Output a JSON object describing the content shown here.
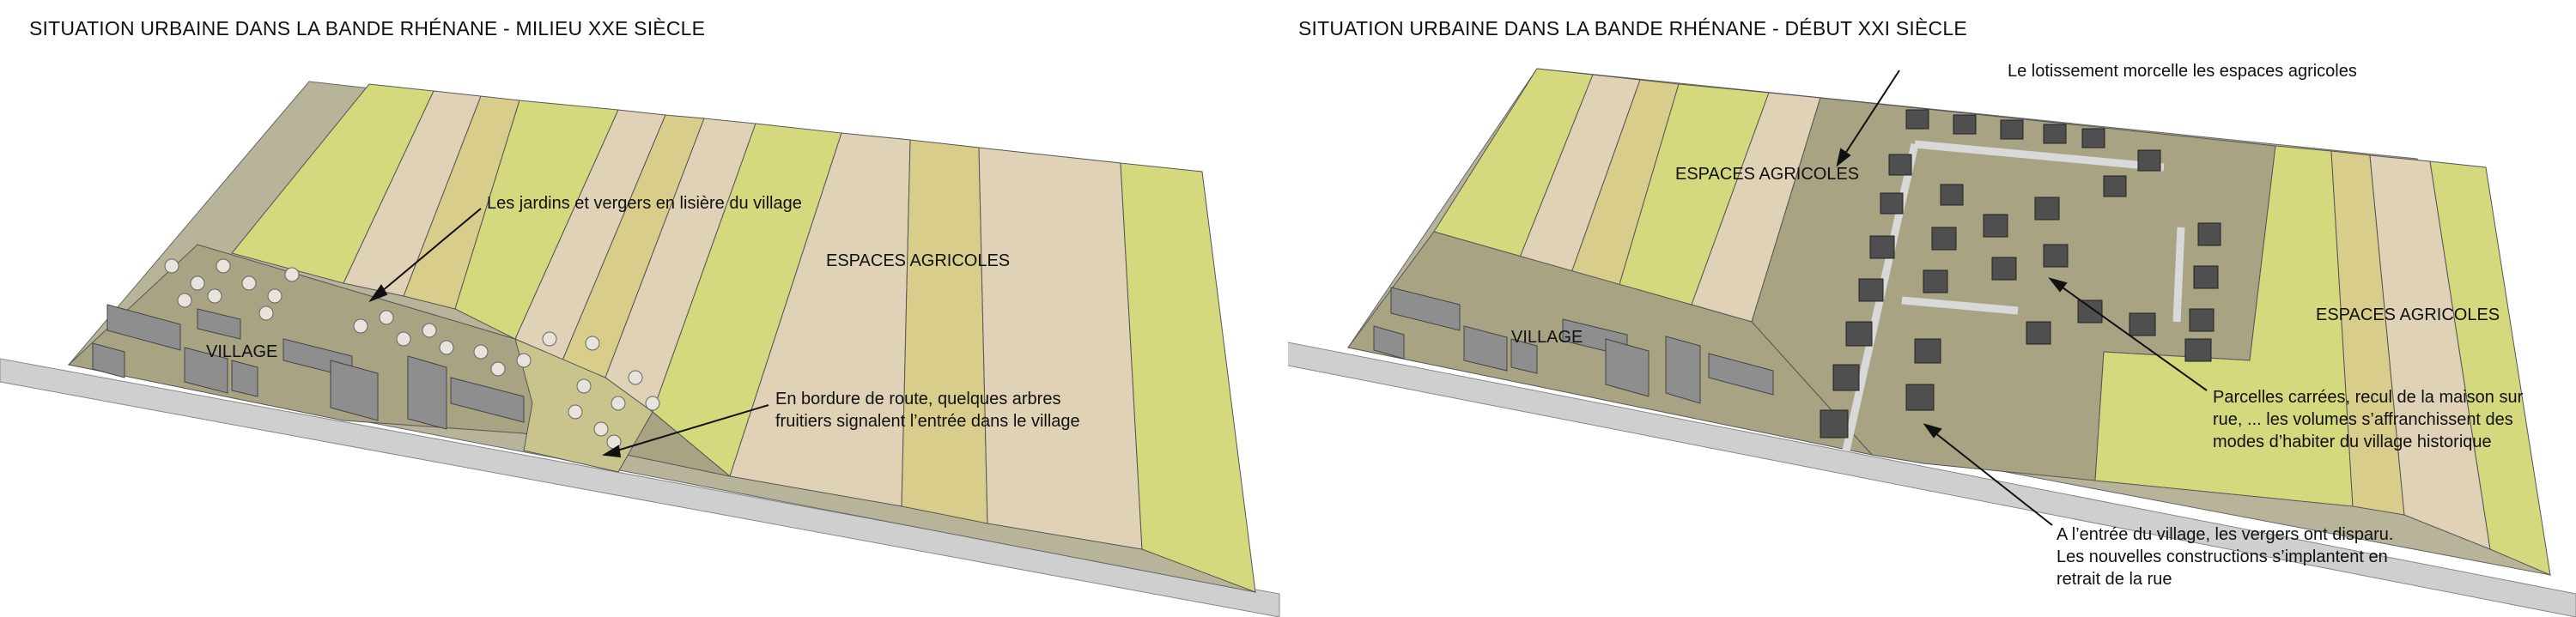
{
  "left_panel": {
    "title": "SITUATION URBAINE DANS LA BANDE RHÉNANE - MILIEU XXE SIÈCLE",
    "label_village": "VILLAGE",
    "label_agricole": "ESPACES AGRICOLES",
    "annotation_jardins": "Les jardins et vergers en lisière du village",
    "annotation_route_line1": "En bordure de route, quelques arbres",
    "annotation_route_line2": "fruitiers signalent l’entrée dans le village"
  },
  "right_panel": {
    "title": "SITUATION URBAINE DANS LA BANDE RHÉNANE - DÉBUT XXI SIÈCLE",
    "label_village": "VILLAGE",
    "label_agricole_left": "ESPACES AGRICOLES",
    "label_agricole_right": "ESPACES AGRICOLES",
    "annotation_lotissement": "Le lotissement morcelle les espaces agricoles",
    "annotation_parcelles_line1": "Parcelles carrées, recul de la maison sur",
    "annotation_parcelles_line2": "rue, ... les volumes s’affranchissent des",
    "annotation_parcelles_line3": "modes d’habiter du village historique",
    "annotation_entree_line1": "A l’entrée du village, les vergers ont disparu.",
    "annotation_entree_line2": "Les nouvelles constructions s’implantent en",
    "annotation_entree_line3": "retrait de la rue"
  },
  "colors": {
    "field_green": "#d4d97e",
    "field_beige": "#e0d2b6",
    "field_mustard": "#d8cd8a",
    "village_ground": "#a8a382",
    "road": "#cfcfcf",
    "house": "#8e8e8e",
    "modern_house": "#4f4f4f"
  }
}
